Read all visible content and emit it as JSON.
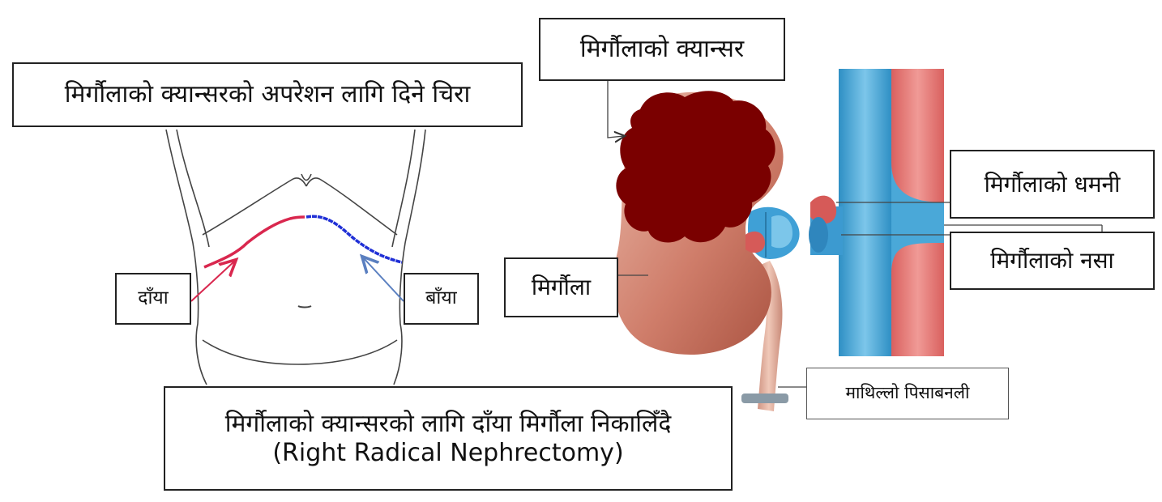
{
  "labels": {
    "incision": "मिर्गौलाको क्यान्सरको अपरेशन लागि दिने चिरा",
    "cancer": "मिर्गौलाको क्यान्सर",
    "artery": "मिर्गौलाको धमनी",
    "vein": "मिर्गौलाको नसा",
    "kidney": "मिर्गौला",
    "right": "दाँया",
    "left": "बाँया",
    "ureter": "माथिल्लो पिसाबनली",
    "caption_nepali": "मिर्गौलाको क्यान्सरको लागि दाँया मिर्गौला निकालिँदै",
    "caption_english": "(Right Radical Nephrectomy)"
  },
  "colors": {
    "right_incision": "#d9274e",
    "left_incision": "#1f2fd6",
    "tumor": "#7a0000",
    "kidney": "#c9705f",
    "kidney_light": "#e6b6a4",
    "vein_blue": "#4aa8d8",
    "artery_red": "#e0706e",
    "body_outline": "#333333"
  }
}
